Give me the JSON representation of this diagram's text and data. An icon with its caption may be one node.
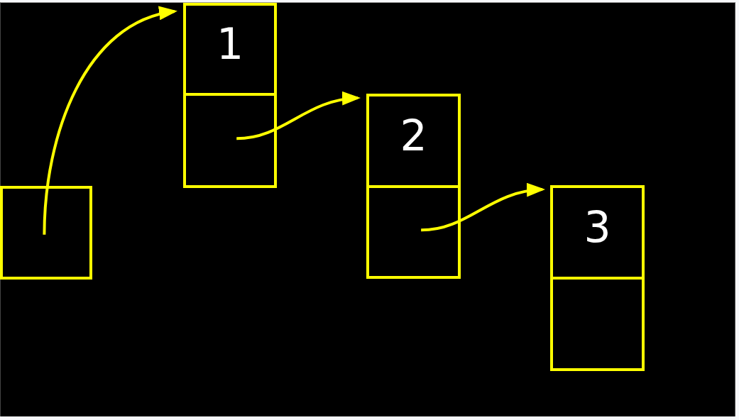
{
  "diagram": {
    "nodes": [
      {
        "text": [],
        "shape": "box"
      },
      {
        "text": [
          "1"
        ]
      },
      {
        "text": [],
        "shape": "box"
      },
      {
        "text": [
          "2"
        ]
      },
      {
        "text": [],
        "shape": "box"
      },
      {
        "text": [
          "3"
        ]
      },
      {
        "text": [],
        "shape": "box"
      }
    ],
    "edges": [
      {
        "from": 0,
        "to": 1,
        "arrow": "to"
      },
      {
        "from": 2,
        "to": 3,
        "arrow": "to"
      },
      {
        "from": 4,
        "to": 5,
        "arrow": "to"
      }
    ]
  }
}
